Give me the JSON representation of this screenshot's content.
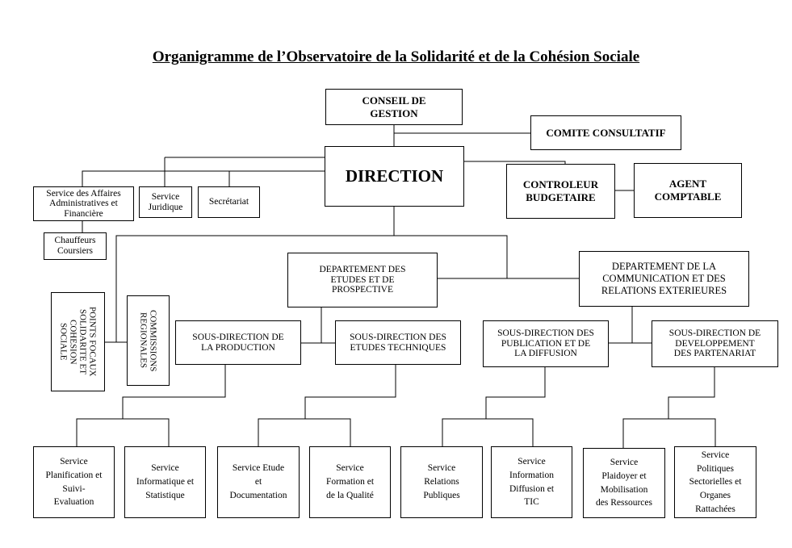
{
  "title": "Organigramme de l’Observatoire de la Solidarité et de la Cohésion Sociale",
  "boxes": {
    "conseil": "CONSEIL DE\nGESTION",
    "comite": "COMITE CONSULTATIF",
    "direction": "DIRECTION",
    "controleur": "CONTROLEUR\nBUDGETAIRE",
    "agent": "AGENT\nCOMPTABLE",
    "saaf": "Service des Affaires\nAdministratives et\nFinancière",
    "juridique": "Service\nJuridique",
    "secretariat": "Secrétariat",
    "chauffeurs": "Chauffeurs\nCoursiers",
    "points_focaux": "POINTS FOCAUX\nSOLIDARITE ET\nCOHESION\nSOCIALE",
    "commissions": "COMMISSIONS\nREGIONALES",
    "dep": "DEPARTEMENT  DES\nETUDES  ET  DE\nPROSPECTIVE",
    "dcre": "DEPARTEMENT DE LA\nCOMMUNICATION ET DES\nRELATIONS EXTERIEURES",
    "sd_production": "SOUS-DIRECTION DE\nLA PRODUCTION",
    "sd_etudes": "SOUS-DIRECTION DES\nETUDES TECHNIQUES",
    "sd_publication": "SOUS-DIRECTION DES\nPUBLICATION ET DE\nLA DIFFUSION",
    "sd_partenariat": "SOUS-DIRECTION DE\nDEVELOPPEMENT\nDES PARTENARIAT",
    "svc_planification": "Service\nPlanification et\nSuivi-\nEvaluation",
    "svc_informatique": "Service\nInformatique et\nStatistique",
    "svc_etude_doc": "Service Etude\net\nDocumentation",
    "svc_formation": "Service\nFormation et\nde la Qualité",
    "svc_relations": "Service\nRelations\nPubliques",
    "svc_information": "Service\nInformation\nDiffusion et\nTIC",
    "svc_plaidoyer": "Service\nPlaidoyer et\nMobilisation\ndes Ressources",
    "svc_politiques": "Service\nPolitiques\nSectorielles et\nOrganes\nRattachées"
  }
}
